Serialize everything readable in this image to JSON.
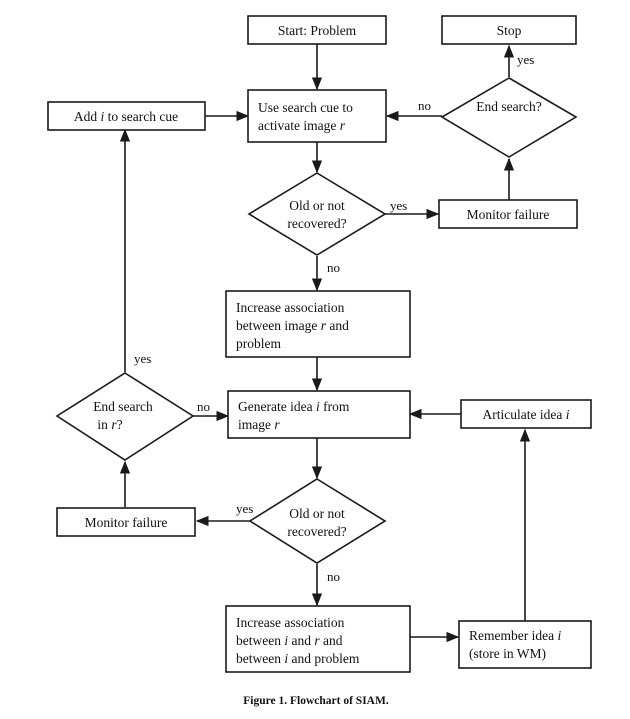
{
  "nodes": {
    "start": {
      "lines": [
        "Start: Problem"
      ]
    },
    "stop": {
      "lines": [
        "Stop"
      ]
    },
    "use_cue": {
      "lines": [
        "Use search cue to",
        "activate image r"
      ]
    },
    "add_i": {
      "lines": [
        "Add i to search cue"
      ]
    },
    "end_search_top": {
      "lines": [
        "End search?"
      ]
    },
    "old1": {
      "lines": [
        "Old or not",
        "recovered?"
      ]
    },
    "monitor1": {
      "lines": [
        "Monitor failure"
      ]
    },
    "assoc1": {
      "lines": [
        "Increase association",
        "between image r and",
        "problem"
      ]
    },
    "end_search_r": {
      "lines": [
        "End search",
        "in r?"
      ]
    },
    "generate": {
      "lines": [
        "Generate idea i from",
        "image r"
      ]
    },
    "articulate": {
      "lines": [
        "Articulate idea i"
      ]
    },
    "monitor2": {
      "lines": [
        "Monitor failure"
      ]
    },
    "old2": {
      "lines": [
        "Old or not",
        "recovered?"
      ]
    },
    "assoc2": {
      "lines": [
        "Increase association",
        "between i and r and",
        "between i and problem"
      ]
    },
    "remember": {
      "lines": [
        "Remember idea i",
        "(store in WM)"
      ]
    }
  },
  "edge_labels": {
    "yes_stop": "yes",
    "no_top": "no",
    "yes_old1": "yes",
    "no_old1": "no",
    "yes_end_r": "yes",
    "no_end_r": "no",
    "yes_old2": "yes",
    "no_old2": "no"
  },
  "caption": "Figure 1.  Flowchart of SIAM."
}
